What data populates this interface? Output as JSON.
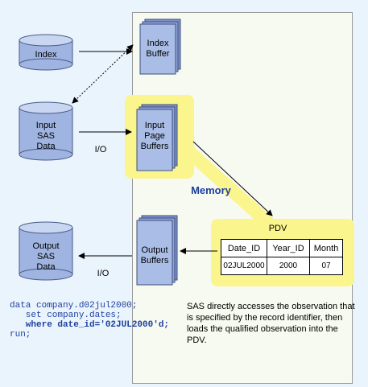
{
  "colors": {
    "background": "#eaf4fd",
    "cylinder": "#9fb4e0",
    "cylinder_top": "#c9d6f1",
    "buffer": "#a9bde6",
    "highlight": "#fbf58e",
    "memory_text": "#1f3f9e"
  },
  "nodes": {
    "index": "Index",
    "input_data": "Input\nSAS\nData",
    "output_data": "Output\nSAS\nData",
    "index_buffer": "Index\nBuffer",
    "input_page_buffers": "Input\nPage\nBuffers",
    "output_buffers": "Output\nBuffers"
  },
  "labels": {
    "io_input": "I/O",
    "io_output": "I/O",
    "memory": "Memory",
    "pdv": "PDV"
  },
  "pdv_table": {
    "headers": [
      "Date_ID",
      "Year_ID",
      "Month"
    ],
    "row": [
      "02JUL2000",
      "2000",
      "07"
    ]
  },
  "code": {
    "line1": "data company.d02jul2000;",
    "line2": "   set company.dates;",
    "line3": "   where date_id='02JUL2000'd;",
    "line4": "run;"
  },
  "description": "SAS directly accesses the observation that is specified by the record identifier, then loads the qualified observation into the PDV."
}
